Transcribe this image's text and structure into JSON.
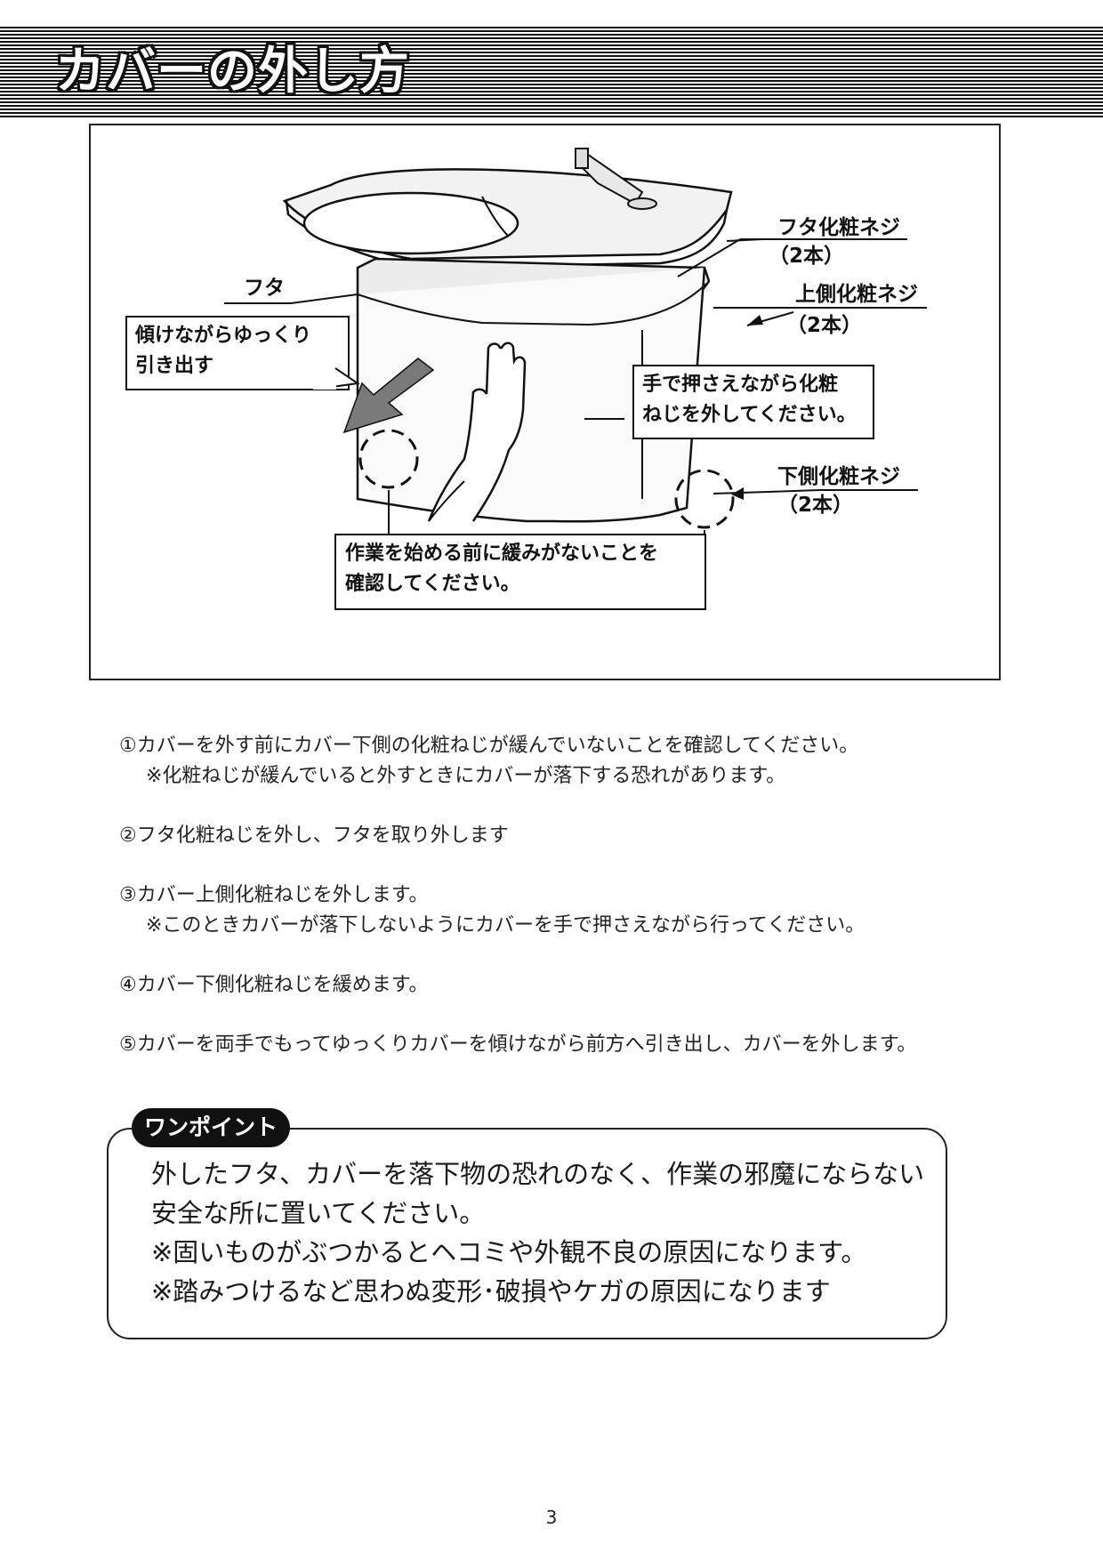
{
  "header": {
    "title": "カバーの外し方"
  },
  "figure": {
    "labels": {
      "futa": "フタ",
      "futa_screw": "フタ化粧ネジ",
      "futa_screw_count": "（2本）",
      "upper_screw": "上側化粧ネジ",
      "upper_screw_count": "（2本）",
      "lower_screw": "下側化粧ネジ",
      "lower_screw_count": "（2本）"
    },
    "callouts": {
      "tilt": [
        "傾けながらゆっくり",
        "引き出す"
      ],
      "hold": [
        "手で押さえながら化粧",
        "ねじを外してください。"
      ],
      "check": [
        "作業を始める前に緩みがないことを",
        "確認してください。"
      ]
    }
  },
  "steps": [
    {
      "text": "①カバーを外す前にカバー下側の化粧ねじが緩んでいないことを確認してください。",
      "note": "※化粧ねじが緩んでいると外すときにカバーが落下する恐れがあります。"
    },
    {
      "text": "②フタ化粧ねじを外し、フタを取り外します",
      "note": ""
    },
    {
      "text": "③カバー上側化粧ねじを外します。",
      "note": "※このときカバーが落下しないようにカバーを手で押さえながら行ってください。"
    },
    {
      "text": "④カバー下側化粧ねじを緩めます。",
      "note": ""
    },
    {
      "text": "⑤カバーを両手でもってゆっくりカバーを傾けながら前方へ引き出し、カバーを外します。",
      "note": ""
    }
  ],
  "onepoint": {
    "badge": "ワンポイント",
    "lines": [
      "外したフタ、カバーを落下物の恐れのなく、作業の邪魔にならない",
      "安全な所に置いてください。",
      "※固いものがぶつかるとヘコミや外観不良の原因になります。",
      "※踏みつけるなど思わぬ変形･破損やケガの原因になります"
    ]
  },
  "page_number": "3"
}
